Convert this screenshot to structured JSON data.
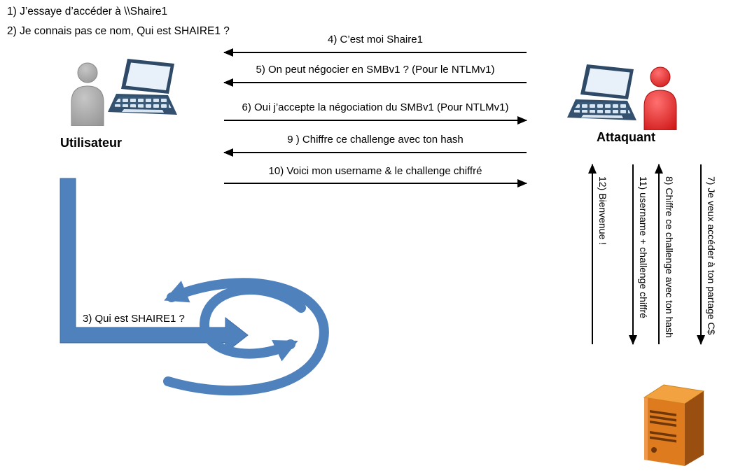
{
  "intro": [
    "1) J’essaye d’accéder à \\\\Shaire1",
    "2) Je connais pas ce nom, Qui est SHAIRE1 ?"
  ],
  "actors": {
    "user": {
      "label": "Utilisateur"
    },
    "attacker": {
      "label": "Attaquant"
    }
  },
  "horizontal_messages": [
    {
      "text": "4) C’est moi Shaire1",
      "direction": "to-user"
    },
    {
      "text": "5) On peut négocier en SMBv1 ? (Pour le NTLMv1)",
      "direction": "to-user"
    },
    {
      "text": "6) Oui j’accepte la négociation du SMBv1 (Pour NTLMv1)",
      "direction": "to-attacker"
    },
    {
      "text": "9 ) Chiffre ce challenge avec ton hash",
      "direction": "to-user"
    },
    {
      "text": "10) Voici mon username & le challenge chiffré",
      "direction": "to-attacker"
    }
  ],
  "broadcast_label": "3) Qui est SHAIRE1 ?",
  "vertical_messages": [
    {
      "text": "12) Bienvenue !",
      "direction": "up"
    },
    {
      "text": "11) username + challenge chiffré",
      "direction": "down"
    },
    {
      "text": "8) Chiffre ce challenge avec ton hash",
      "direction": "up"
    },
    {
      "text": "7) Je veux accéder à ton partage C$",
      "direction": "down"
    }
  ],
  "colors": {
    "shape_blue": "#4f81bd",
    "attacker_red": "#d01818",
    "user_gray": "#a6a6a6",
    "server_orange": "#dd7b1e",
    "arrow_black": "#000000"
  }
}
